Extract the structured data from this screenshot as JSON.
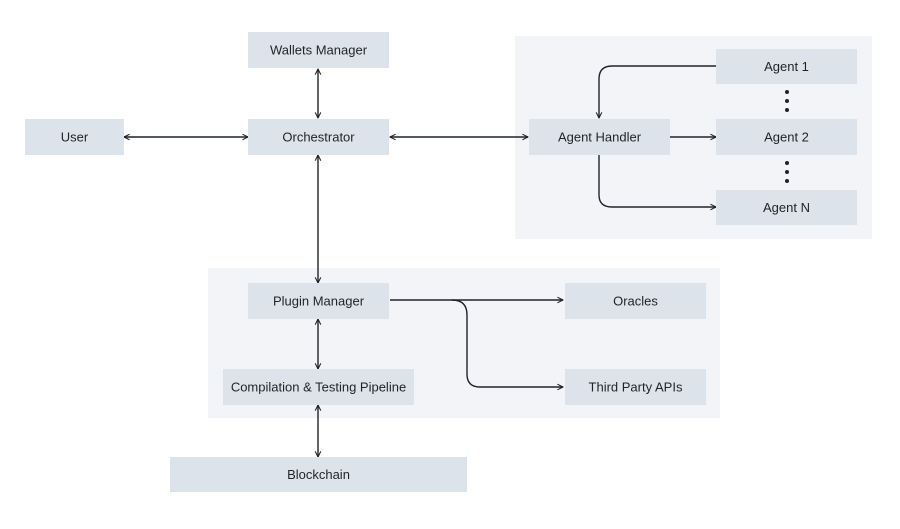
{
  "nodes": {
    "wallets": {
      "label": "Wallets Manager"
    },
    "user": {
      "label": "User"
    },
    "orchestrator": {
      "label": "Orchestrator"
    },
    "agent_handler": {
      "label": "Agent Handler"
    },
    "agent1": {
      "label": "Agent 1"
    },
    "agent2": {
      "label": "Agent 2"
    },
    "agentN": {
      "label": "Agent N"
    },
    "plugin_manager": {
      "label": "Plugin Manager"
    },
    "oracles": {
      "label": "Oracles"
    },
    "pipeline": {
      "label": "Compilation & Testing Pipeline"
    },
    "third_party": {
      "label": "Third Party APIs"
    },
    "blockchain": {
      "label": "Blockchain"
    }
  },
  "colors": {
    "node_fill": "#dde3ea",
    "group_fill": "#f3f4f7",
    "line": "#1f2329",
    "text": "#1f2329"
  }
}
